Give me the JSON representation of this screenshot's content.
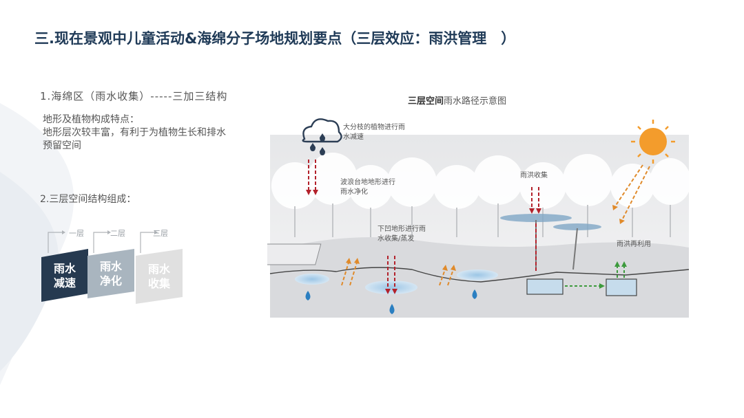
{
  "page_title": "三.现在景观中儿童活动&海绵分子场地规划要点（三层效应：雨洪管理　）",
  "section1": {
    "heading": "1.海绵区（雨水收集）-----三加三结构"
  },
  "features": {
    "line1": "地形及植物构成特点：",
    "line2": "地形层次较丰富，有利于为植物生长和排水",
    "line3": "预留空间"
  },
  "section2": {
    "heading": "2.三层空间结构组成："
  },
  "tiers": [
    {
      "label": "一层",
      "line1": "雨水",
      "line2": "减速"
    },
    {
      "label": "二层",
      "line1": "雨水",
      "line2": "净化"
    },
    {
      "label": "三层",
      "line1": "雨水",
      "line2": "收集"
    }
  ],
  "diagram": {
    "title_bold": "三层空间",
    "title_rest": "雨水路径示意图",
    "annotations": {
      "plants": {
        "line1": "大分枝的植物进行雨",
        "line2": "水减速"
      },
      "wave": {
        "line1": "波浪台地地形进行",
        "line2": "雨水净化"
      },
      "basin": {
        "line1": "下凹地形进行雨",
        "line2": "水收集/蒸发"
      },
      "collect": {
        "line1": "雨洪收集"
      },
      "reuse": {
        "line1": "雨洪再利用"
      }
    }
  },
  "colors": {
    "title": "#1f3a57",
    "tier1": "#263a50",
    "tier2": "#a9b5bf",
    "tier3": "#e0e0e0",
    "rain_arrow": "#b3212b",
    "evap_arrow": "#e08a2a",
    "sun": "#f39c2c",
    "water_drop": "#2b7fc1",
    "flow_arrow": "#3c9a3c"
  },
  "icons": [
    "rain-cloud-icon",
    "sun-icon",
    "water-drop-icon"
  ]
}
